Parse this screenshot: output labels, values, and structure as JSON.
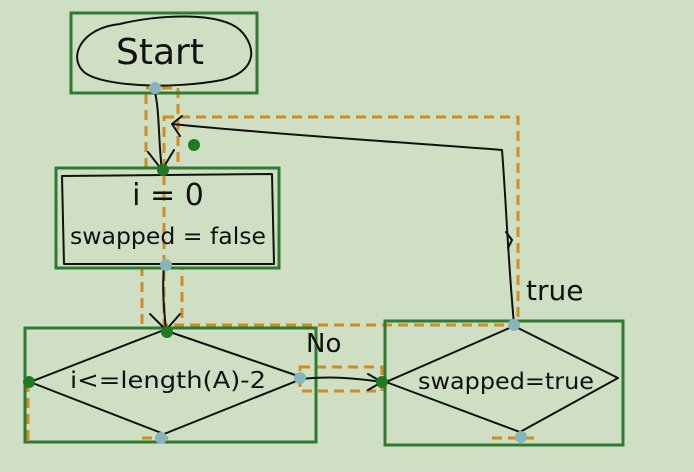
{
  "diagram": {
    "nodes": {
      "start": "Start",
      "init_i": "i = 0",
      "init_swapped": "swapped = false",
      "cond_loop": "i<=length(A)-2",
      "cond_swapped": "swapped=true"
    },
    "edge_labels": {
      "no": "No",
      "true": "true"
    },
    "colors": {
      "background": "#cfdfc4",
      "box_border": "#2f7a32",
      "ink": "#111111",
      "dashed": "#d18c24",
      "port_blue": "#86b6bb",
      "port_green": "#1f7a22"
    }
  }
}
